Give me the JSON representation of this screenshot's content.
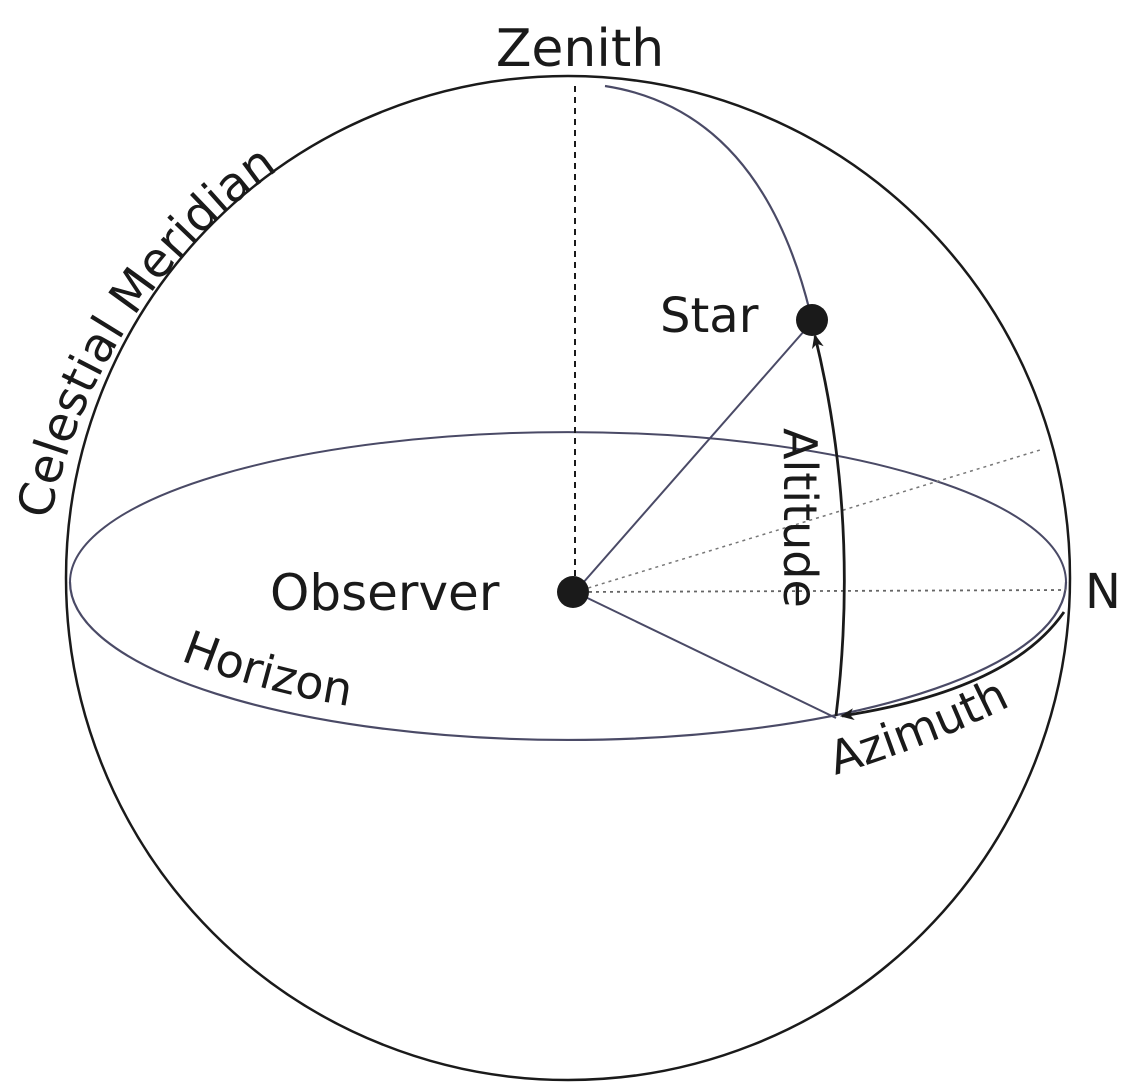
{
  "labels": {
    "zenith": "Zenith",
    "celestial_meridian": "Celestial Meridian",
    "star": "Star",
    "altitude": "Altitude",
    "observer": "Observer",
    "north": "N",
    "horizon": "Horizon",
    "azimuth": "Azimuth"
  },
  "colors": {
    "background": "#ffffff",
    "line": "#1a1a1a",
    "horizon_line": "#4a4a66"
  }
}
